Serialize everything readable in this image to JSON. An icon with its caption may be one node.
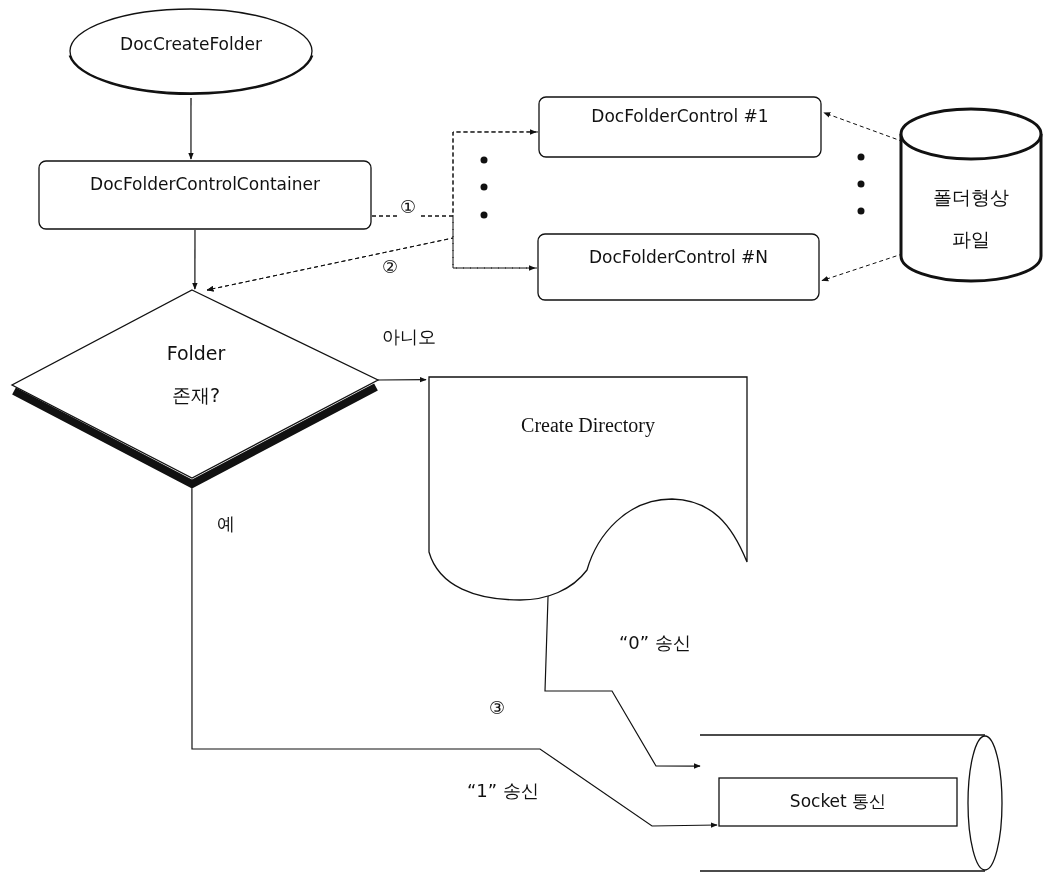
{
  "diagram": {
    "nodes": [
      {
        "text": [
          "DocCreateFolder"
        ]
      },
      {
        "text": [
          "DocFolderControlContainer"
        ]
      },
      {
        "text": [
          "DocFolderControl #1"
        ]
      },
      {
        "text": [
          "DocFolderControl #N"
        ]
      },
      {
        "text": [
          "폴더형상 파일"
        ]
      },
      {
        "text": [
          "Folder 존재?"
        ]
      },
      {
        "text": [
          "Create Directory"
        ]
      },
      {
        "text": [],
        "shape": "cylinder"
      },
      {
        "text": [
          "Socket 통신"
        ],
        "in": 7
      }
    ],
    "edges": [
      {
        "from": 0,
        "to": 1,
        "arrow": "to"
      },
      {
        "from": 1,
        "to": 2,
        "arrow": "to",
        "style": "dashed",
        "label": "①"
      },
      {
        "from": 1,
        "to": 3,
        "arrow": "to",
        "style": "dashed"
      },
      {
        "from": 2,
        "to": 5,
        "arrow": "to",
        "style": "dashed",
        "label": "②"
      },
      {
        "from": 3,
        "to": 5,
        "arrow": "to",
        "style": "dashed"
      },
      {
        "from": 4,
        "to": 2,
        "arrow": "to",
        "style": "dashed"
      },
      {
        "from": 4,
        "to": 3,
        "arrow": "to",
        "style": "dashed"
      },
      {
        "from": 1,
        "to": 5,
        "arrow": "to"
      },
      {
        "from": 5,
        "to": 6,
        "arrow": "to",
        "label": "아니오"
      },
      {
        "from": 5,
        "to": 8,
        "arrow": "to",
        "label": "예"
      },
      {
        "from": 6,
        "to": 7,
        "arrow": "to",
        "label": "“0” 송신"
      }
    ],
    "labels": [
      "③",
      "“1” 송신"
    ]
  }
}
